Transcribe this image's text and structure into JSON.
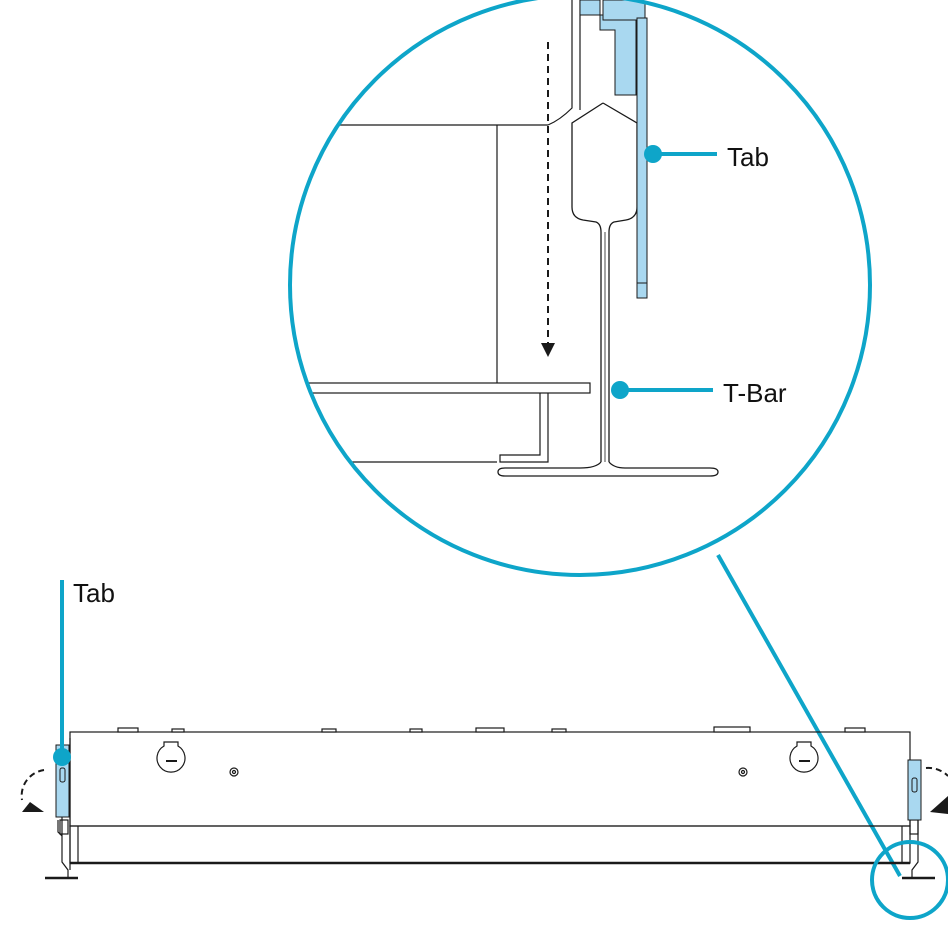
{
  "labels": {
    "tab_zoom": "Tab",
    "tbar": "T-Bar",
    "tab_main": "Tab"
  },
  "colors": {
    "accent": "#0ea5c9",
    "tab_fill": "#a9d8f0",
    "line": "#1a1a1a"
  }
}
